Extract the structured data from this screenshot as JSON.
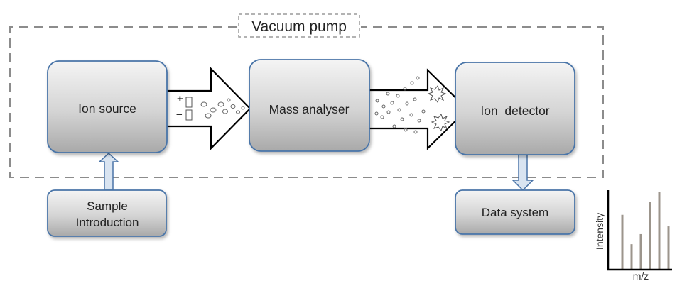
{
  "vacuum": {
    "label": "Vacuum pump"
  },
  "blocks": {
    "ion_source": "Ion source",
    "mass_analyser": "Mass analyser",
    "ion_detector": "Ion  detector",
    "sample_line1": "Sample",
    "sample_line2": "Introduction",
    "data_system": "Data system"
  },
  "polarity": {
    "plus": "+",
    "minus": "−"
  },
  "spectrum": {
    "ylabel": "Intensity",
    "xlabel": "m/z"
  },
  "chart_data": {
    "type": "bar",
    "title": "",
    "xlabel": "m/z",
    "ylabel": "Intensity",
    "values": [
      0.7,
      0.32,
      0.45,
      0.87,
      1.0,
      0.55
    ],
    "ylim": [
      0,
      1
    ],
    "grid": false
  },
  "colors": {
    "box_fill_top": "#f4f4f4",
    "box_fill_bottom": "#a9a9a9",
    "box_stroke": "#4a74a8",
    "dashed": "#8c8c8c",
    "arrow_stroke": "#000000",
    "up_arrow_fill": "#d9e4f1",
    "spectrum_bar": "#9c958c"
  }
}
